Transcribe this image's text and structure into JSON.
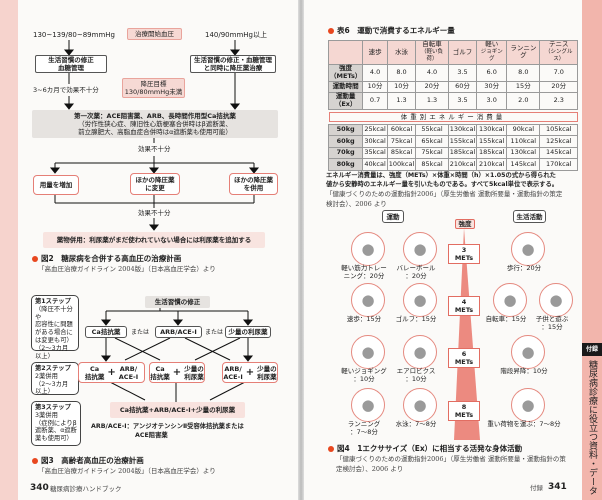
{
  "left_page": {
    "fig2": {
      "bp_low": "130~139/80~89mmHg",
      "start_label": "治療開始血圧",
      "bp_high": "140/90mmHg以上",
      "left_box": [
        "生活習慣の修正",
        "血糖管理"
      ],
      "right_box": [
        "生活習慣の修正・血糖管理",
        "と同時に降圧薬治療"
      ],
      "months_note": "3~6カ月で効果不十分",
      "target_box": [
        "降圧目標",
        "130/80mmHg未満"
      ],
      "first_line": [
        "第一次薬：ACE阻害薬、ARB、長時間作用型Ca拮抗薬",
        "（労作性狭心症、陳旧性心筋梗塞合併時はβ遮断薬、",
        "前立腺肥大、高脂血症合併時はα遮断薬も使用可能）"
      ],
      "insufficient": "効果不十分",
      "options": [
        [
          "用量を増加"
        ],
        [
          "ほかの降圧薬",
          "に変更"
        ],
        [
          "ほかの降圧薬",
          "を併用"
        ]
      ],
      "combo": "薬物併用：利尿薬がまだ使われていない場合には利尿薬を追加する",
      "caption": "図2　糖尿病を合併する高血圧の治療計画",
      "source": "「高血圧治療ガイドライン 2004版」（日本高血圧学会）より"
    },
    "fig3": {
      "lifestyle": "生活習慣の修正",
      "step1": {
        "title": "第1ステップ",
        "body": "（降圧不十分や\n忍容性に問題\nがある場合に\nは変更も可）\n（2～3カ月\n以上）"
      },
      "step2": {
        "title": "第2ステップ",
        "body": "2薬併用\n（2～3カ月\n以上）"
      },
      "step3": {
        "title": "第3ステップ",
        "body": "3薬併用\n（症例によりβ\n遮断薬、α遮断\n薬も使用可）"
      },
      "drugs": [
        "Ca拮抗薬",
        "ARB/ACE-I",
        "少量の利尿薬"
      ],
      "or": "または",
      "pairs": [
        [
          "Ca",
          "拮抗薬",
          "ARB/",
          "ACE-I"
        ],
        [
          "Ca",
          "拮抗薬",
          "少量の",
          "利尿薬"
        ],
        [
          "ARB/",
          "ACE-I",
          "少量の",
          "利尿薬"
        ]
      ],
      "plus": "+",
      "triple": "Ca拮抗薬+ARB/ACE-I+少量の利尿薬",
      "note": [
        "ARB/ACE-I：アンジオテンシンⅡ受容体拮抗薬または",
        "ACE阻害薬"
      ],
      "caption": "図3　高齢者高血圧の治療計画",
      "source": "「高血圧治療ガイドライン 2004版」（日本高血圧学会）より"
    },
    "footer": {
      "page": "340",
      "book": "糖尿病診療ハンドブック"
    }
  },
  "right_page": {
    "table6": {
      "title": "表6　運動で消費するエネルギー量",
      "columns": [
        [
          "速歩"
        ],
        [
          "水泳"
        ],
        [
          "自転車",
          "（軽い負荷）"
        ],
        [
          "ゴルフ"
        ],
        [
          "軽い",
          "ジョギング"
        ],
        [
          "ランニング"
        ],
        [
          "テニス",
          "（シングルス）"
        ]
      ],
      "rows": [
        {
          "label": [
            "強度",
            "（METs）"
          ],
          "values": [
            "4.0",
            "8.0",
            "4.0",
            "3.5",
            "6.0",
            "8.0",
            "7.0"
          ]
        },
        {
          "label": [
            "運動時間"
          ],
          "values": [
            "10分",
            "10分",
            "20分",
            "60分",
            "30分",
            "15分",
            "20分"
          ]
        },
        {
          "label": [
            "運動量",
            "（Ex）"
          ],
          "values": [
            "0.7",
            "1.3",
            "1.3",
            "3.5",
            "3.0",
            "2.0",
            "2.3"
          ]
        }
      ],
      "band": "体重別エネルギー消費量",
      "weight_rows": [
        {
          "label": "50kg",
          "values": [
            "25kcal",
            "60kcal",
            "55kcal",
            "130kcal",
            "130kcal",
            "90kcal",
            "105kcal"
          ]
        },
        {
          "label": "60kg",
          "values": [
            "30kcal",
            "75kcal",
            "65kcal",
            "155kcal",
            "155kcal",
            "110kcal",
            "125kcal"
          ]
        },
        {
          "label": "70kg",
          "values": [
            "35kcal",
            "85kcal",
            "75kcal",
            "185kcal",
            "185kcal",
            "130kcal",
            "145kcal"
          ]
        },
        {
          "label": "80kg",
          "values": [
            "40kcal",
            "100kcal",
            "85kcal",
            "210kcal",
            "210kcal",
            "145kcal",
            "170kcal"
          ]
        }
      ],
      "note": [
        "エネルギー消費量は、強度（METs）×体重×時間（h）×1.05の式から得られた",
        "値から安静時のエネルギー量を引いたものである。すべて5kcal単位で表示する。"
      ],
      "source": [
        "「健康づくりのための運動指針2006」（厚生労働省 運動所要量・運動指針の策定",
        "検討会）、2006 より"
      ]
    },
    "fig4": {
      "exercise_label": "運動",
      "life_label": "生活活動",
      "intensity_label": "強度",
      "mets": [
        "3 METs",
        "4 METs",
        "6 METs",
        "8 METs"
      ],
      "items": [
        "軽い筋力トレー\nニング：20分",
        "バレーボール\n：20分",
        "歩行：20分",
        "速歩：15分",
        "ゴルフ：15分",
        "自転車：15分",
        "子供と遊ぶ\n：15分",
        "軽いジョギング\n：10分",
        "エアロビクス\n：10分",
        "階段昇降：10分",
        "ランニング\n：7～8分",
        "水泳：7～8分",
        "重い荷物を運ぶ：7～8分"
      ],
      "caption": "図4　1エクササイズ（Ex）に相当する活発な身体活動",
      "source": [
        "「健康づくりのための運動指針2006」（厚生労働省 運動所要量・運動指針の策",
        "定検討会）、2006 より"
      ]
    },
    "side_tab": {
      "label": "付録",
      "title": "糖尿病診療に役立つ資料・データ"
    },
    "footer": {
      "section": "付録",
      "page": "341"
    }
  },
  "colors": {
    "accent": "#e8471f",
    "pink": "#f4c9c3",
    "pink_border": "#e57f77"
  }
}
